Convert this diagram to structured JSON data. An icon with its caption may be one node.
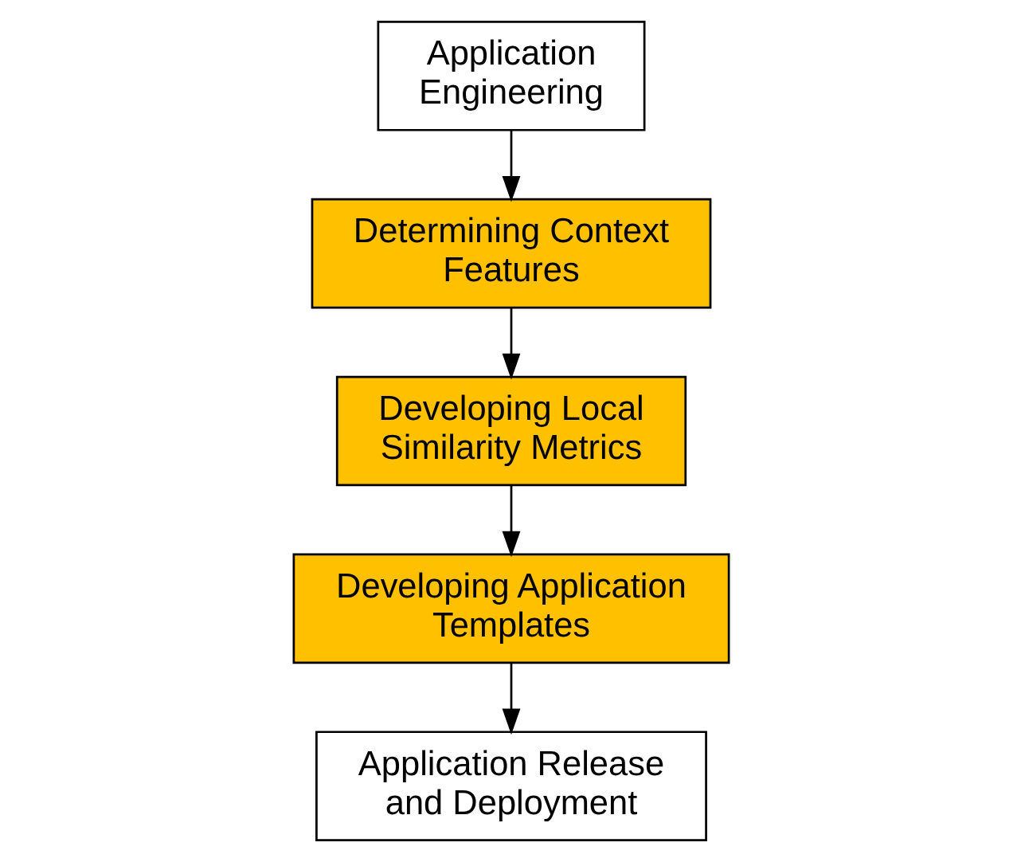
{
  "diagram": {
    "nodes": [
      {
        "text": [
          "Application Engineering"
        ]
      },
      {
        "text": [
          "Determining Context Features"
        ]
      },
      {
        "text": [
          "Developing Local Similarity Metrics"
        ]
      },
      {
        "text": [
          "Developing Application Templates"
        ]
      },
      {
        "text": [
          "Application Release and Deployment"
        ]
      }
    ],
    "edges": [
      {
        "from": 0,
        "to": 1,
        "arrow": "to"
      },
      {
        "from": 1,
        "to": 2,
        "arrow": "to"
      },
      {
        "from": 2,
        "to": 3,
        "arrow": "to"
      },
      {
        "from": 3,
        "to": 4,
        "arrow": "to"
      }
    ]
  }
}
